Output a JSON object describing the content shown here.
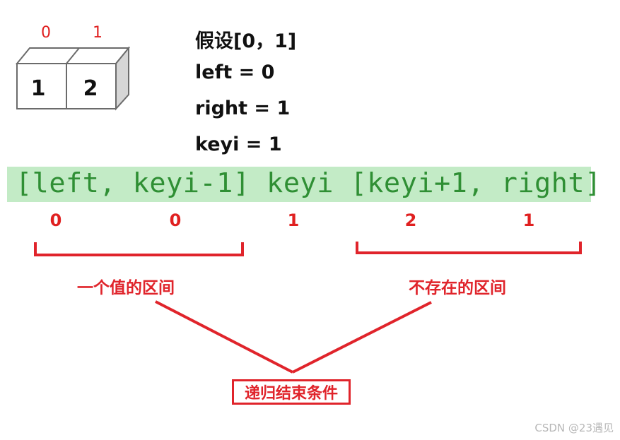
{
  "array": {
    "indices": [
      "0",
      "1"
    ],
    "values": [
      "1",
      "2"
    ]
  },
  "assumption": {
    "line1": "假设[0，1]",
    "line2": "left = 0",
    "line3": "right = 1",
    "line4": "keyi = 1"
  },
  "banner": {
    "text": "[left, keyi-1] keyi [keyi+1, right]"
  },
  "values_row": [
    "0",
    "0",
    "1",
    "2",
    "1"
  ],
  "labels": {
    "left_interval": "一个值的区间",
    "right_interval": "不存在的区间",
    "conclusion": "递归结束条件"
  },
  "colors": {
    "accent_red": "#e0242b",
    "banner_bg": "#c3ebc6",
    "banner_text": "#2f8f34"
  },
  "watermark": "CSDN @23遇见"
}
